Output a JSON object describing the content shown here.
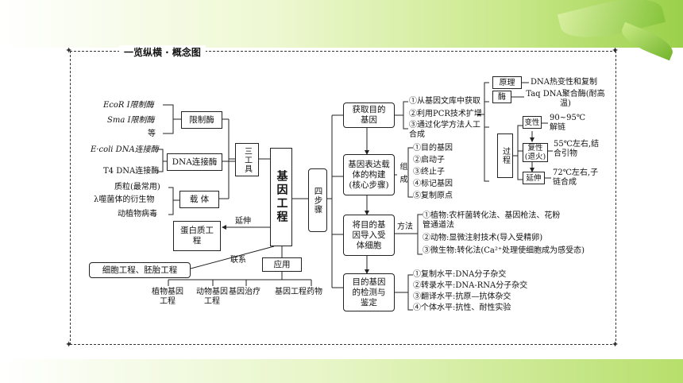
{
  "header_title": "一览纵横 · 概念图",
  "center": "基因工程",
  "tools": {
    "label": "三工具",
    "enzyme": "限制酶",
    "ligase": "DNA连接酶",
    "vector": "载 体",
    "enzyme_items": [
      "EcoR Ⅰ限制酶",
      "Sma Ⅰ限制酶",
      "等"
    ],
    "ligase_items": [
      "E·coli DNA连接酶",
      "T4 DNA连接酶"
    ],
    "vector_items": [
      "质粒(最常用)",
      "λ噬菌体的衍生物",
      "动植物病毒"
    ]
  },
  "extend": {
    "label": "延伸",
    "box": "蛋白质工程"
  },
  "relation": {
    "label": "联系",
    "box": "细胞工程、胚胎工程"
  },
  "apply": {
    "label": "应用",
    "items": [
      "植物基因工程",
      "动物基因工程",
      "基因治疗",
      "基因工程药物"
    ]
  },
  "steps_label": "四步骤",
  "steps": [
    {
      "name": "获取目的基因",
      "items": [
        "①从基因文库中获取",
        "②利用PCR技术扩增",
        "③通过化学方法人工合成"
      ]
    },
    {
      "name": "基因表达载体的构建(核心步骤)",
      "sub": "组成",
      "items": [
        "①目的基因",
        "②启动子",
        "③终止子",
        "④标记基因",
        "⑤复制原点"
      ]
    },
    {
      "name": "将目的基因导入受体细胞",
      "sub": "方法",
      "items": [
        "①植物:农杆菌转化法、基因枪法、花粉管通道法",
        "②动物:显微注射技术(导入受精卵)",
        "③微生物:转化法(Ca²⁺处理使细胞成为感受态)"
      ]
    },
    {
      "name": "目的基因的检测与鉴定",
      "items": [
        "①复制水平:DNA分子杂交",
        "②转录水平:DNA-RNA分子杂交",
        "③翻译水平:抗原—抗体杂交",
        "④个体水平:抗性、耐性实验"
      ]
    }
  ],
  "pcr": {
    "principle": "原理",
    "principle_text": "DNA热变性和复制",
    "enzyme": "酶",
    "enzyme_text": "Taq DNA聚合酶(耐高温)",
    "process": "过程",
    "stages": [
      {
        "name": "变性",
        "text": "90~95℃解链"
      },
      {
        "name": "复性(退火)",
        "text": "55℃左右,结合引物"
      },
      {
        "name": "延伸",
        "text": "72℃左右,子链合成"
      }
    ]
  }
}
